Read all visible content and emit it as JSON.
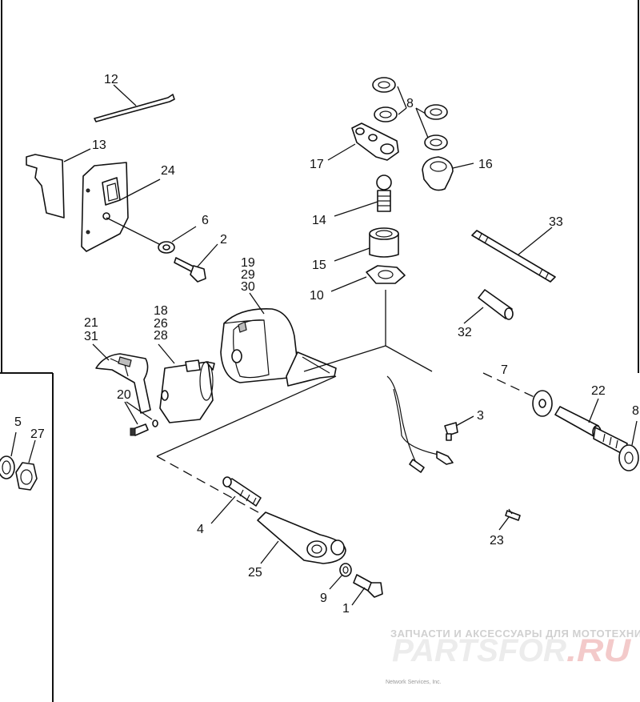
{
  "callouts": {
    "c12": "12",
    "c13": "13",
    "c24": "24",
    "c6": "6",
    "c2": "2",
    "c19": "19",
    "c29": "29",
    "c30": "30",
    "c18": "18",
    "c26": "26",
    "c28": "28",
    "c21": "21",
    "c31": "31",
    "c20": "20",
    "c8a": "8",
    "c17": "17",
    "c16": "16",
    "c14": "14",
    "c15": "15",
    "c10": "10",
    "c33": "33",
    "c32": "32",
    "c7": "7",
    "c22": "22",
    "c8b": "8",
    "c3": "3",
    "c23": "23",
    "c4": "4",
    "c25": "25",
    "c9": "9",
    "c1": "1",
    "c5": "5",
    "c27": "27"
  },
  "watermark": {
    "tagline": "ЗАПЧАСТИ И АКСЕССУАРЫ ДЛЯ МОТОТЕХНИКИ",
    "brand": "PARTSFOR",
    "domain": ".RU"
  },
  "copyright": "Network Services, Inc."
}
